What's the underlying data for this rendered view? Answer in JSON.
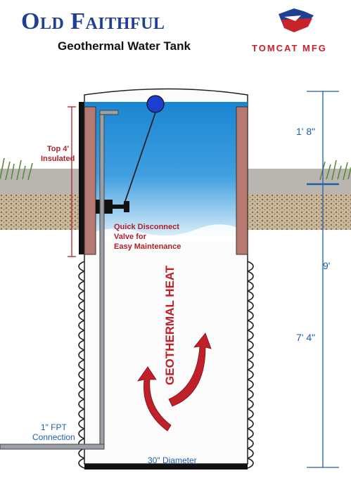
{
  "header": {
    "title": "Old Faithful",
    "subtitle": "Geothermal Water Tank",
    "brand": "TOMCAT MFG"
  },
  "labels": {
    "insulated": "Top 4' Insulated",
    "insulated_l1": "Top 4'",
    "insulated_l2": "Insulated",
    "valve_l1": "Quick Disconnect",
    "valve_l2": "Valve for",
    "valve_l3": "Easy Maintenance",
    "heat": "GEOTHERMAL HEAT",
    "connection_l1": "1\" FPT",
    "connection_l2": "Connection",
    "diameter": "30\" Diameter",
    "dim_top": "1' 8\"",
    "dim_total": "9'",
    "dim_bottom": "7' 4\""
  },
  "colors": {
    "title": "#1f3f94",
    "brand": "#c8232b",
    "water": "#2e8fd6",
    "insulation": "#b77a72",
    "dimension": "#1f5fa8",
    "heat": "#c0202a"
  },
  "icons": {
    "logo": "tomcat-flag-logo-icon"
  }
}
